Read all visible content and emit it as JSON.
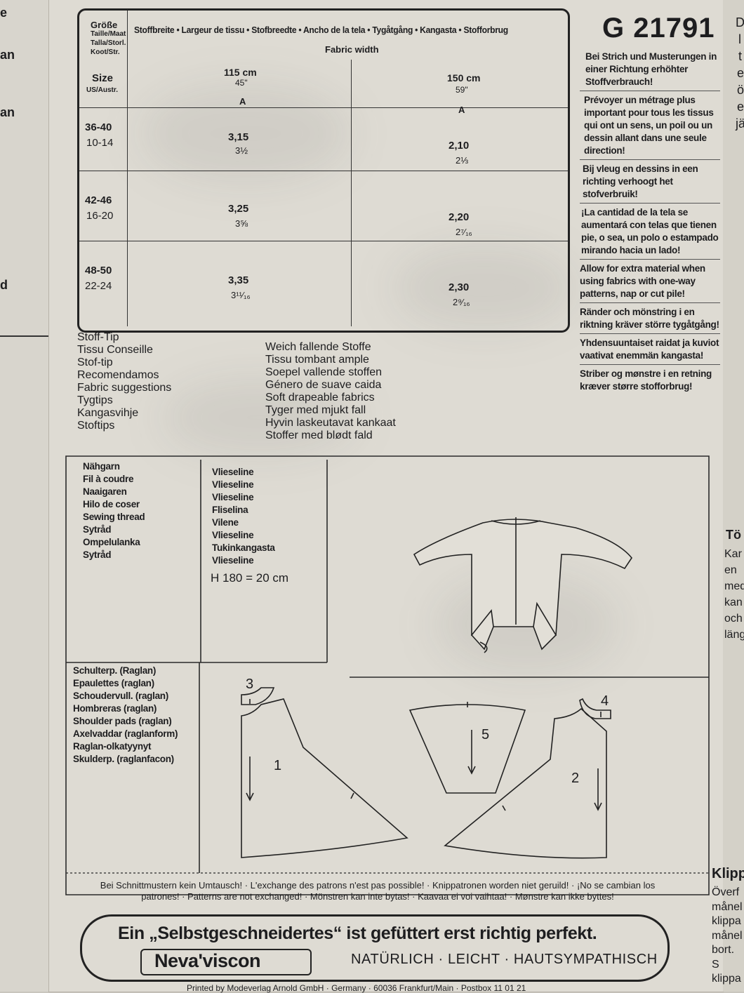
{
  "left_strip": [
    "e",
    "an",
    "an",
    "d"
  ],
  "header": {
    "pattern_number": "G 21791",
    "size_label": [
      "Größe",
      "Taille/Maat",
      "Talla/Storl.",
      "Koot/Str."
    ],
    "size_us": "Size",
    "size_us_sub": "US/Austr.",
    "fabric_width_label": "Stoffbreite • Largeur de tissu • Stofbreedte • Ancho de la tela • Tygåtgång • Kangasta • Stofforbrug",
    "fabric_width_en": "Fabric width"
  },
  "yardage": {
    "widths": [
      {
        "cm": "115 cm",
        "inch": "45\"",
        "view": "A"
      },
      {
        "cm": "150 cm",
        "inch": "59\"",
        "view": "A"
      }
    ],
    "rows": [
      {
        "eu": "36-40",
        "us": "10-14",
        "w115_m": "3,15",
        "w115_yd": "3½",
        "w150_m": "2,10",
        "w150_yd": "2⅓"
      },
      {
        "eu": "42-46",
        "us": "16-20",
        "w115_m": "3,25",
        "w115_yd": "3⅝",
        "w150_m": "2,20",
        "w150_yd": "2⁷⁄₁₆"
      },
      {
        "eu": "48-50",
        "us": "22-24",
        "w115_m": "3,35",
        "w115_yd": "3¹¹⁄₁₆",
        "w150_m": "2,30",
        "w150_yd": "2⁹⁄₁₆"
      }
    ]
  },
  "one_way_notes": [
    "Bei Strich und Musterungen in einer Richtung erhöhter Stoffverbrauch!",
    "Prévoyer un métrage plus important pour tous les tissus qui ont un sens, un poil ou un dessin allant dans une seule direction!",
    "Bij vleug en dessins in een richting verhoogt het stofverbruik!",
    "¡La cantidad de la tela se aumentará con telas que tienen pie, o sea, un polo o estampado mirando hacia un lado!",
    "Allow for extra material when using fabrics with one-way patterns, nap or cut pile!",
    "Ränder och mönstring i en riktning kräver större tygåtgång!",
    "Yhdensuuntaiset raidat ja kuviot vaativat enemmän kangasta!",
    "Striber og mønstre i en retning kræver større stofforbrug!"
  ],
  "fabric_tip": {
    "labels": [
      "Stoff-Tip",
      "Tissu Conseille",
      "Stof-tip",
      "Recomendamos",
      "Fabric suggestions",
      "Tygtips",
      "Kangasvihje",
      "Stoftips"
    ],
    "values": [
      "Weich fallende Stoffe",
      "Tissu tombant ample",
      "Soepel vallende stoffen",
      "Género de suave caida",
      "Soft drapeable fabrics",
      "Tyger med mjukt fall",
      "Hyvin laskeutavat kankaat",
      "Stoffer med blødt fald"
    ]
  },
  "notions": {
    "thread": [
      "Nähgarn",
      "Fil à coudre",
      "Naaigaren",
      "Hilo de coser",
      "Sewing thread",
      "Sytråd",
      "Ompelulanka",
      "Sytråd"
    ],
    "interfacing": [
      "Vlieseline",
      "Vlieseline",
      "Vlieseline",
      "Fliselina",
      "Vilene",
      "Vlieseline",
      "Tukinkangasta",
      "Vlieseline"
    ],
    "interfacing_amount": "H 180 = 20 cm",
    "shoulder_pads": [
      "Schulterp. (Raglan)",
      "Epaulettes (raglan)",
      "Schoudervull. (raglan)",
      "Hombreras (raglan)",
      "Shoulder pads (raglan)",
      "Axelvaddar (raglanform)",
      "Raglan-olkatyynyt",
      "Skulderp. (raglanfacon)"
    ]
  },
  "pieces": {
    "p1": "1",
    "p2": "2",
    "p3": "3",
    "p4": "4",
    "p5": "5"
  },
  "right_strip": {
    "top": [
      "D",
      "l",
      "t",
      "e",
      "ö",
      "e",
      "jä"
    ],
    "heading1": "Tö",
    "block1": [
      "Kar",
      "en",
      "med",
      "kan",
      "och",
      "läng"
    ],
    "heading2": "Klipp",
    "block2": [
      "Överf",
      "månel",
      "klippa",
      "månel",
      "bort. S",
      "klippa"
    ]
  },
  "footer": {
    "no_exchange": "Bei Schnittmustern kein Umtausch! · L'exchange des patrons n'est pas possible! · Knippatronen worden niet geruild! · ¡No se cambian los patrones! · Patterns are not exchanged! · Mönstren kan inte bytas! · Kaavaa ei voi vaihtaa! · Mønstre kan ikke byttes!",
    "slogan": "Ein „Selbstgeschneidertes“ ist gefüttert erst richtig perfekt.",
    "brand": "Neva'viscon",
    "tagline": "NATÜRLICH · LEICHT · HAUTSYMPATHISCH",
    "printer": "Printed by Modeverlag Arnold GmbH · Germany · 60036 Frankfurt/Main · Postbox 11 01 21"
  }
}
